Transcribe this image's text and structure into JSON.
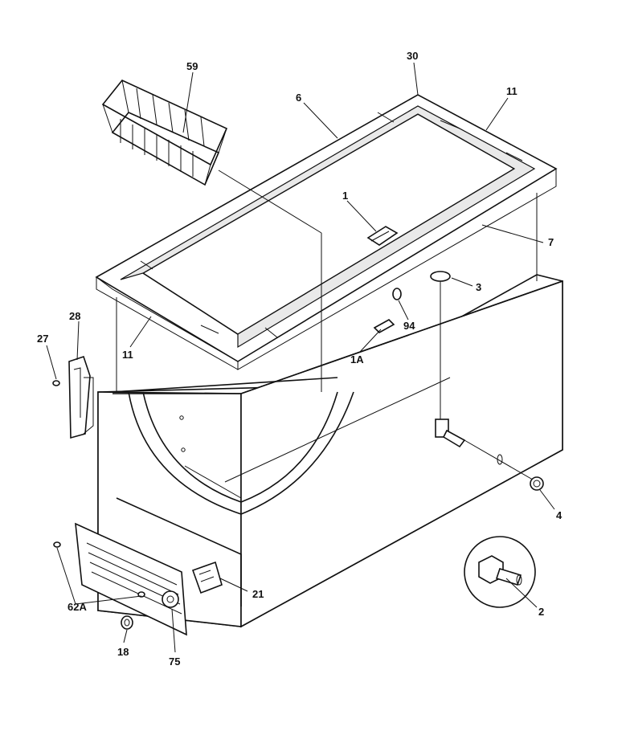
{
  "labels": [
    {
      "id": "59",
      "text": "59"
    },
    {
      "id": "30",
      "text": "30"
    },
    {
      "id": "6",
      "text": "6"
    },
    {
      "id": "11a",
      "text": "11"
    },
    {
      "id": "1",
      "text": "1"
    },
    {
      "id": "7",
      "text": "7"
    },
    {
      "id": "3",
      "text": "3"
    },
    {
      "id": "94",
      "text": "94"
    },
    {
      "id": "1A",
      "text": "1A"
    },
    {
      "id": "28",
      "text": "28"
    },
    {
      "id": "27",
      "text": "27"
    },
    {
      "id": "11b",
      "text": "11"
    },
    {
      "id": "4",
      "text": "4"
    },
    {
      "id": "21",
      "text": "21"
    },
    {
      "id": "62A",
      "text": "62A"
    },
    {
      "id": "2",
      "text": "2"
    },
    {
      "id": "18",
      "text": "18"
    },
    {
      "id": "75",
      "text": "75"
    }
  ]
}
